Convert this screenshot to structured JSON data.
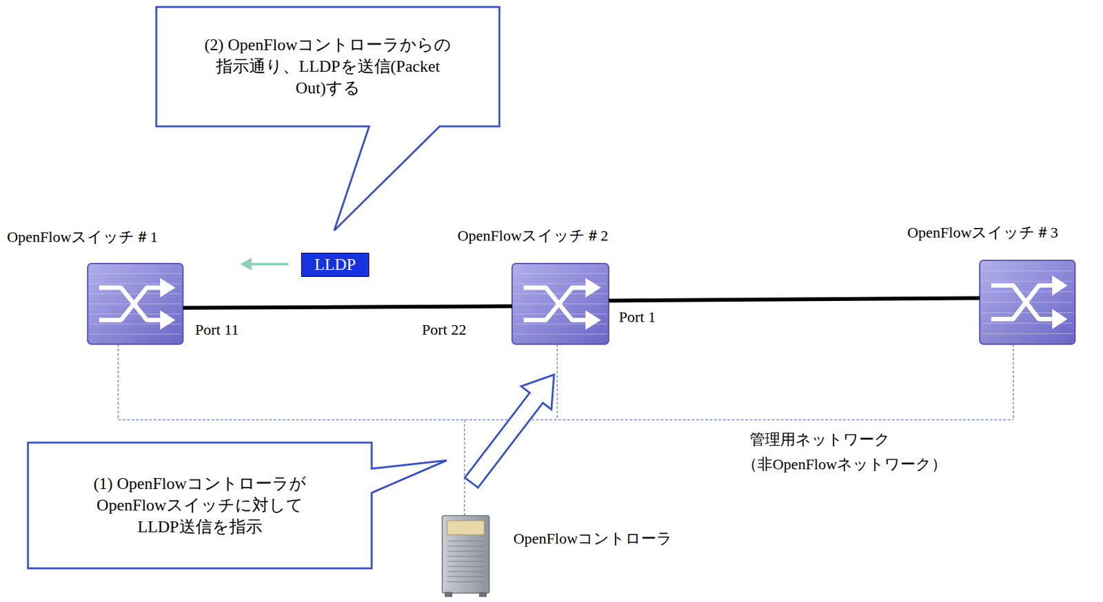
{
  "diagram": {
    "nodes": [
      {
        "text": [
          "(2) OpenFlowコントローラからの指示通り、LLDPを送信(Packet Out)する"
        ]
      },
      {
        "text": [
          "OpenFlowスイッチ＃1"
        ]
      },
      {
        "text": [
          "LLDP"
        ]
      },
      {
        "text": [
          "OpenFlowスイッチ＃2"
        ]
      },
      {
        "text": [
          "OpenFlowスイッチ＃3"
        ]
      },
      {
        "text": [
          "(1) OpenFlowコントローラがOpenFlowスイッチに対してLLDP送信を指示"
        ]
      },
      {
        "text": [
          "OpenFlowコントローラ"
        ]
      }
    ],
    "edges": [
      {
        "from": 1,
        "to": 3,
        "arrow": "none"
      },
      {
        "from": 3,
        "to": 4,
        "arrow": "none"
      }
    ],
    "labels": [
      "Port 11",
      "Port 22",
      "Port 1",
      "管理用ネットワーク",
      "（非OpenFlowネットワーク）"
    ]
  }
}
